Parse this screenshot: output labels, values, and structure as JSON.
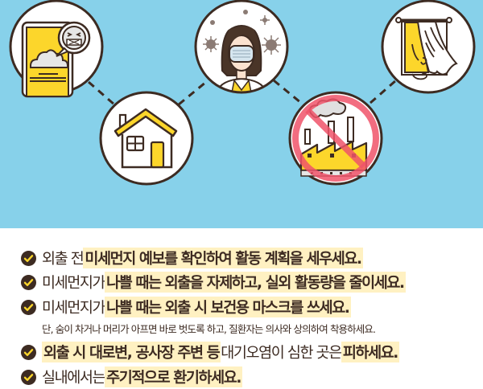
{
  "colors": {
    "sky": "#87d1ea",
    "outline": "#3d2b22",
    "yellow": "#fcd62b",
    "highlight": "#fff1c2",
    "forbid_red": "#f0546a",
    "text": "#3d2b22"
  },
  "illustrations": [
    {
      "icon": "phone-air-quality-forecast-icon"
    },
    {
      "icon": "house-icon"
    },
    {
      "icon": "woman-wearing-mask-icon"
    },
    {
      "icon": "no-factory-pollution-icon"
    },
    {
      "icon": "open-window-ventilation-icon"
    }
  ],
  "tips": [
    {
      "icon": "check-circle-icon",
      "parts": [
        {
          "text": "외출 전 ",
          "highlight": false
        },
        {
          "text": "미세먼지 예보를 확인하여 활동 계획을 세우세요.",
          "highlight": true
        }
      ]
    },
    {
      "icon": "check-circle-icon",
      "parts": [
        {
          "text": "미세먼지가 ",
          "highlight": false
        },
        {
          "text": "나쁠 때는 외출을 자제하고, 실외 활동량을 줄이세요.",
          "highlight": true
        }
      ]
    },
    {
      "icon": "check-circle-icon",
      "parts": [
        {
          "text": "미세먼지가 ",
          "highlight": false
        },
        {
          "text": "나쁠 때는 외출 시 보건용 마스크를 쓰세요.",
          "highlight": true
        }
      ],
      "note": "단, 숨이 차거나 머리가 아프면 바로 벗도록 하고, 질환자는 의사와 상의하여 착용하세요."
    },
    {
      "icon": "check-circle-icon",
      "parts": [
        {
          "text": "외출 시 대로변, 공사장 주변 등",
          "highlight": true
        },
        {
          "text": " 대기오염이 심한 곳은 ",
          "highlight": false
        },
        {
          "text": "피하세요.",
          "highlight": true
        }
      ]
    },
    {
      "icon": "check-circle-icon",
      "parts": [
        {
          "text": "실내에서는 ",
          "highlight": false
        },
        {
          "text": "주기적으로 환기하세요.",
          "highlight": true
        }
      ]
    }
  ]
}
